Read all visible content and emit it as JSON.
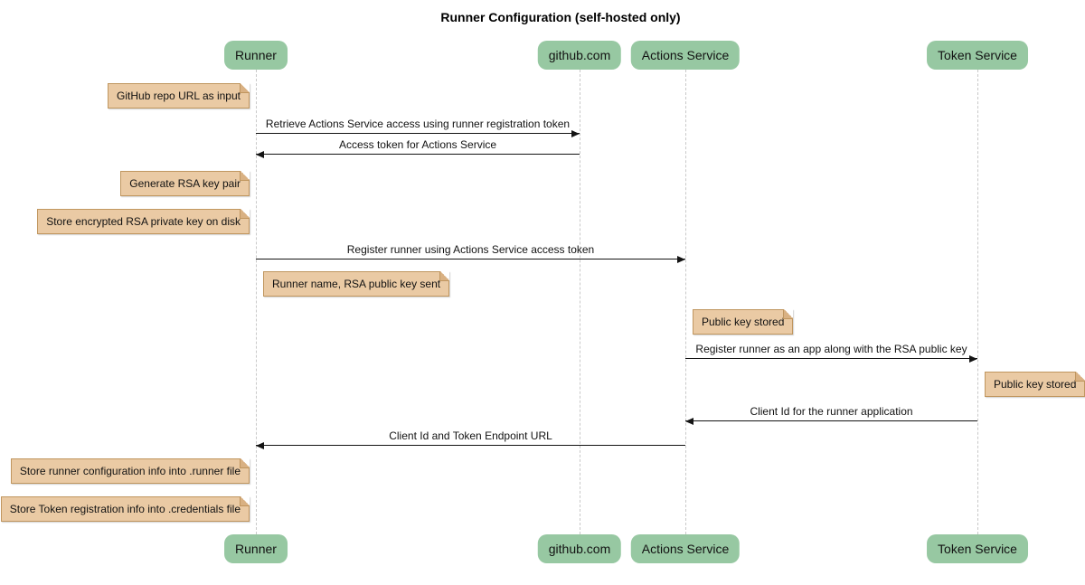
{
  "title": "Runner Configuration (self-hosted only)",
  "diagram_type": "sequence",
  "colors": {
    "participant_fill": "#97c8a2",
    "note_fill": "#eacaa4",
    "note_border": "#c0965f",
    "lifeline": "#c9c9c9",
    "arrow": "#141414",
    "background": "#ffffff"
  },
  "actors": [
    {
      "label": "Runner"
    },
    {
      "label": "github.com"
    },
    {
      "label": "Actions Service"
    },
    {
      "label": "Token Service"
    }
  ],
  "notes": [
    {
      "text": "GitHub repo URL as input",
      "position": "left of Runner"
    },
    {
      "text": "Generate RSA key pair",
      "position": "left of Runner"
    },
    {
      "text": "Store encrypted RSA private key on disk",
      "position": "left of Runner"
    },
    {
      "text": "Runner name, RSA public key sent",
      "position": "right of Runner"
    },
    {
      "text": "Public key stored",
      "position": "right of Actions Service"
    },
    {
      "text": "Public key stored",
      "position": "right of Token Service"
    },
    {
      "text": "Store runner configuration info into .runner file",
      "position": "left of Runner"
    },
    {
      "text": "Store Token registration info into .credentials file",
      "position": "left of Runner"
    }
  ],
  "messages": [
    {
      "text": "Retrieve Actions Service access using runner registration token",
      "from": "Runner",
      "to": "github.com"
    },
    {
      "text": "Access token for Actions Service",
      "from": "github.com",
      "to": "Runner"
    },
    {
      "text": "Register runner using Actions Service access token",
      "from": "Runner",
      "to": "Actions Service"
    },
    {
      "text": "Register runner as an app along with the RSA public key",
      "from": "Actions Service",
      "to": "Token Service"
    },
    {
      "text": "Client Id for the runner application",
      "from": "Token Service",
      "to": "Actions Service"
    },
    {
      "text": "Client Id and Token Endpoint URL",
      "from": "Actions Service",
      "to": "Runner"
    }
  ]
}
